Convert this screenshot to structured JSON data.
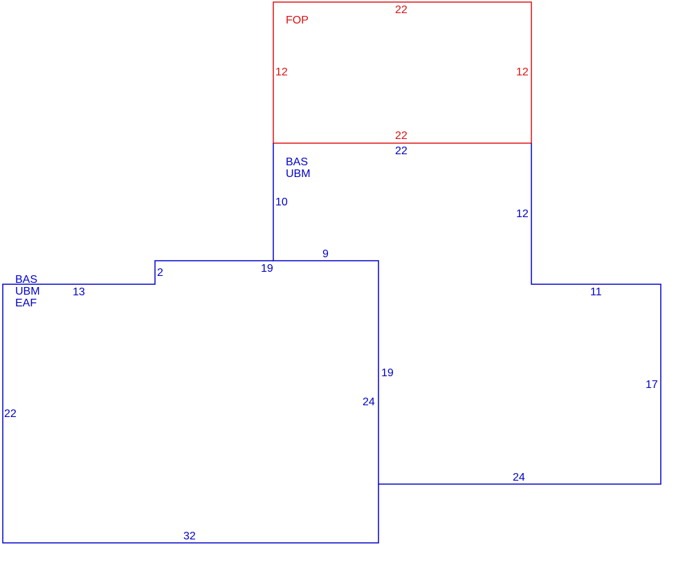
{
  "colors": {
    "blue": "#0000cc",
    "red": "#dd1111"
  },
  "fop": {
    "area_label": "FOP",
    "dims": {
      "top": "22",
      "bottom": "22",
      "left": "12",
      "right": "12"
    }
  },
  "upper_section": {
    "area_label": [
      "BAS",
      "UBM"
    ],
    "dims": {
      "top": "22",
      "left": "10",
      "right": "12",
      "notch_top": "9",
      "inner_left": "19",
      "inner_right": "19",
      "right_wing_top": "11",
      "right_wing_side": "17",
      "bottom": "24"
    }
  },
  "left_section": {
    "area_label": [
      "BAS",
      "UBM",
      "EAF"
    ],
    "dims": {
      "top": "13",
      "step": "2",
      "side": "22",
      "inner_right": "24",
      "bottom": "32"
    }
  }
}
